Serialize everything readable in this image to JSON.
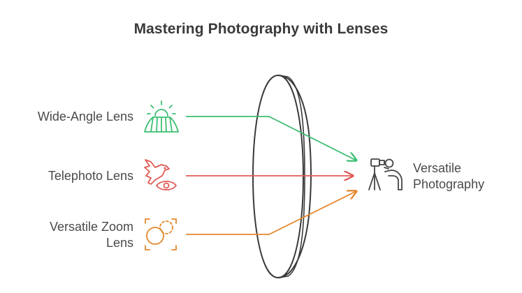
{
  "title": "Mastering Photography with Lenses",
  "inputs": [
    {
      "label": "Wide-Angle Lens",
      "color": "#3cbf73",
      "icon": "landscape-sun-icon"
    },
    {
      "label": "Telephoto Lens",
      "color": "#e05a55",
      "icon": "bird-eye-icon"
    },
    {
      "label": "Versatile Zoom\nLens",
      "color": "#e3872c",
      "icon": "zoom-focus-icon"
    }
  ],
  "output": {
    "label": "Versatile\nPhotography",
    "icon": "photographer-tripod-icon",
    "color": "#555555"
  },
  "center": {
    "icon": "lens-icon"
  }
}
